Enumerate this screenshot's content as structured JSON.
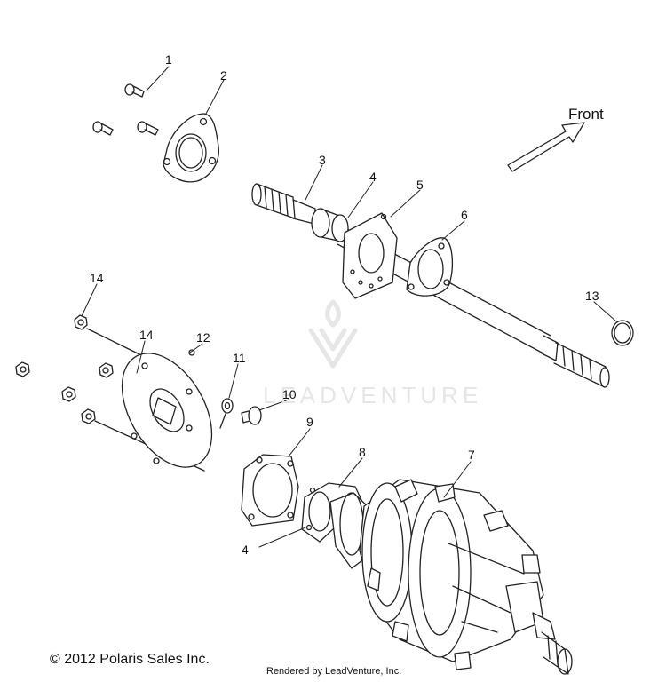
{
  "diagram": {
    "front_label": "Front",
    "copyright": "© 2012 Polaris Sales Inc.",
    "rendered_by": "Rendered by LeadVenture, Inc.",
    "watermark_text": "LEADVENTURE",
    "callouts": {
      "c1": "1",
      "c2": "2",
      "c3": "3",
      "c4a": "4",
      "c5": "5",
      "c6": "6",
      "c7": "7",
      "c8": "8",
      "c9": "9",
      "c10": "10",
      "c11": "11",
      "c12": "12",
      "c13": "13",
      "c14a": "14",
      "c14b": "14",
      "c4b": "4"
    },
    "line_color": "#222222",
    "watermark_color": "#e6e6e6"
  }
}
